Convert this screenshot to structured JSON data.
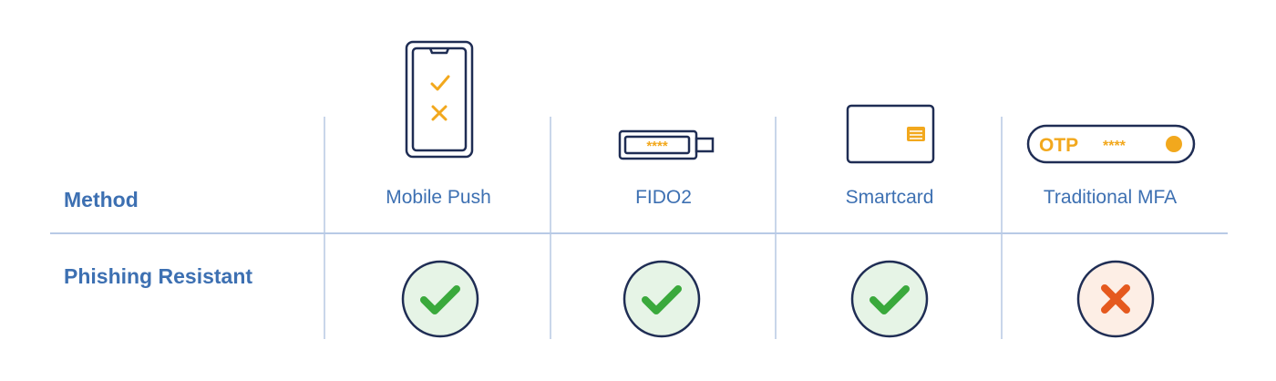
{
  "rows": {
    "method_label": "Method",
    "phishing_label": "Phishing Resistant"
  },
  "methods": [
    {
      "name": "Mobile Push",
      "icon": "mobile-phone-icon",
      "phishing_resistant": true
    },
    {
      "name": "FIDO2",
      "icon": "usb-security-key-icon",
      "phishing_resistant": true
    },
    {
      "name": "Smartcard",
      "icon": "smartcard-icon",
      "phishing_resistant": true
    },
    {
      "name": "Traditional MFA",
      "icon": "otp-token-icon",
      "phishing_resistant": false
    }
  ],
  "icon_text": {
    "fido_mask": "****",
    "otp_label": "OTP",
    "otp_mask": "****"
  },
  "colors": {
    "label_blue": "#3d70b2",
    "icon_navy": "#1f2d54",
    "accent_orange": "#f2a81d",
    "check_green": "#3aa93c",
    "check_bg": "#e6f4e6",
    "cross_red": "#e5591e",
    "cross_bg": "#fdeee5",
    "divider": "#c9d6ea"
  }
}
